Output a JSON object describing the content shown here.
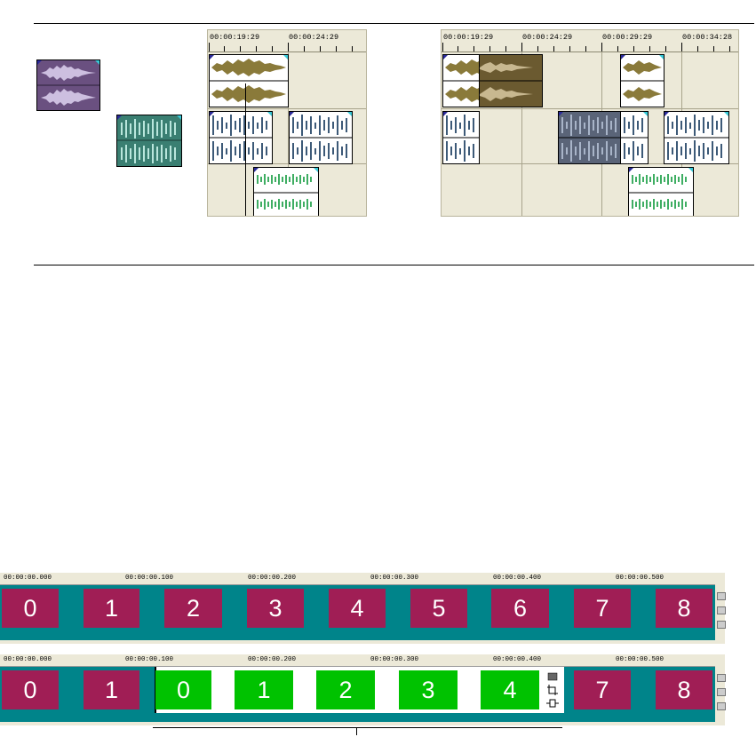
{
  "figure_top": {
    "left_clips": [
      {
        "name": "purple-audio-clip",
        "color": "#6a5080",
        "wave": "#cdbfe0"
      },
      {
        "name": "teal-audio-clip",
        "color": "#3a7f72",
        "wave": "#b9e6dc"
      }
    ],
    "timeline_a": {
      "ruler_labels": [
        "00:00:19:29",
        "00:00:24:29"
      ]
    },
    "timeline_b": {
      "ruler_labels": [
        "00:00:19:29",
        "00:00:24:29",
        "00:00:29:29",
        "00:00:34:28"
      ]
    },
    "colors": {
      "olive_wave": "#8a7a3a",
      "blue_wave": "#3d5a78",
      "green_wave": "#3fae63",
      "selected_olive_bg": "#6b5a30",
      "selected_blue_bg": "#5a6478"
    }
  },
  "strip_top": {
    "ruler_labels": [
      "00:00:00.000",
      "00:00:00.100",
      "00:00:00.200",
      "00:00:00.300",
      "00:00:00.400",
      "00:00:00.500"
    ],
    "blocks": [
      "0",
      "1",
      "2",
      "3",
      "4",
      "5",
      "6",
      "7",
      "8"
    ]
  },
  "strip_bottom": {
    "ruler_labels": [
      "00:00:00.000",
      "00:00:00.100",
      "00:00:00.200",
      "00:00:00.300",
      "00:00:00.400",
      "00:00:00.500"
    ],
    "blocks_left": [
      "0",
      "1"
    ],
    "blocks_green": [
      "0",
      "1",
      "2",
      "3",
      "4"
    ],
    "blocks_right": [
      "7",
      "8"
    ]
  }
}
